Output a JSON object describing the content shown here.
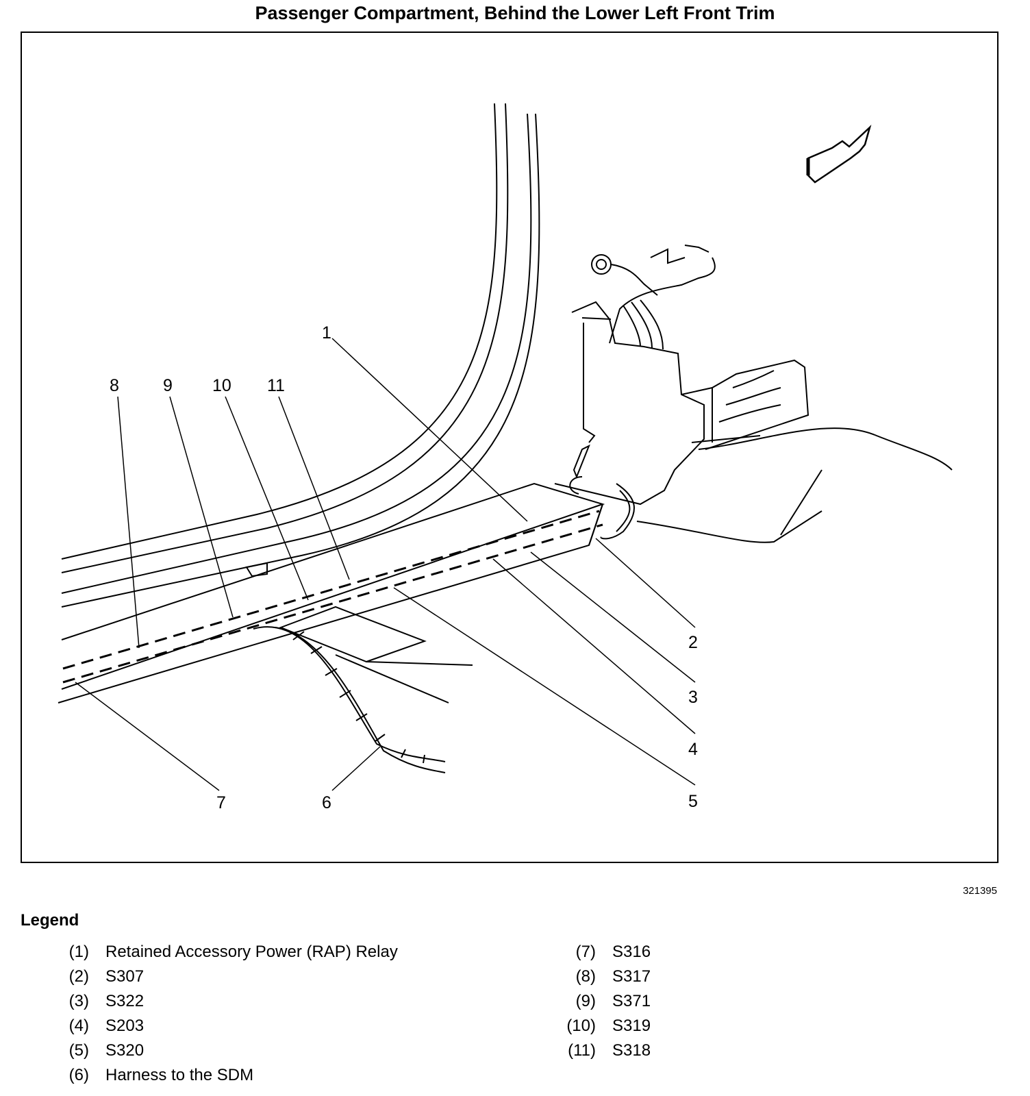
{
  "title": "Passenger Compartment, Behind the Lower Left Front Trim",
  "figure_id": "321395",
  "legend_heading": "Legend",
  "callouts": [
    "1",
    "2",
    "3",
    "4",
    "5",
    "6",
    "7",
    "8",
    "9",
    "10",
    "11"
  ],
  "legend": [
    {
      "num": "(1)",
      "label": "Retained Accessory Power (RAP) Relay"
    },
    {
      "num": "(2)",
      "label": "S307"
    },
    {
      "num": "(3)",
      "label": "S322"
    },
    {
      "num": "(4)",
      "label": "S203"
    },
    {
      "num": "(5)",
      "label": "S320"
    },
    {
      "num": "(6)",
      "label": "Harness to the SDM"
    },
    {
      "num": "(7)",
      "label": "S316"
    },
    {
      "num": "(8)",
      "label": "S317"
    },
    {
      "num": "(9)",
      "label": "S371"
    },
    {
      "num": "(10)",
      "label": "S319"
    },
    {
      "num": "(11)",
      "label": "S318"
    }
  ]
}
